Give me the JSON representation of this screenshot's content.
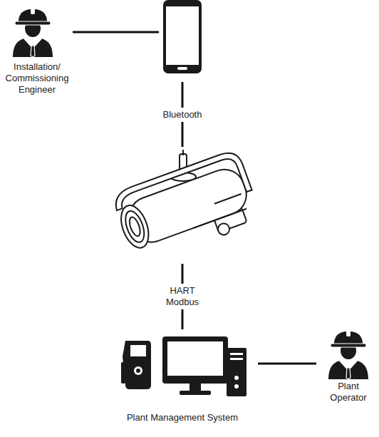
{
  "diagram": {
    "nodes": [
      {
        "text": [
          "Installation/ Commissioning Engineer"
        ]
      },
      {
        "text": []
      },
      {
        "text": []
      },
      {
        "text": [
          "Plant Management System"
        ]
      },
      {
        "text": [
          "Plant Operator"
        ]
      }
    ],
    "edges": [
      {
        "from": 0,
        "to": 1,
        "arrow": "none"
      },
      {
        "from": 1,
        "to": 2,
        "label": "Bluetooth",
        "arrow": "none"
      },
      {
        "from": 2,
        "to": 3,
        "label": "HART Modbus",
        "arrow": "none"
      },
      {
        "from": 3,
        "to": 4,
        "arrow": "none"
      }
    ]
  }
}
